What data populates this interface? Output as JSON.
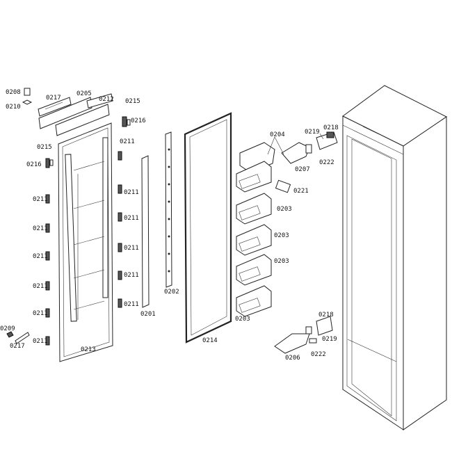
{
  "diagram": {
    "labels": {
      "p0208": "0208",
      "p0210": "0210",
      "p0217_top": "0217",
      "p0205": "0205",
      "p0212": "0212",
      "p0215_top": "0215",
      "p0216_top": "0216",
      "p0215_left": "0215",
      "p0216_left": "0216",
      "p0211_c1": "0211",
      "p0211_l1": "0211",
      "p0211_c2": "0211",
      "p0211_c3": "0211",
      "p0211_l2": "0211",
      "p0211_c4": "0211",
      "p0211_l3": "0211",
      "p0211_c5": "0211",
      "p0211_l4": "0211",
      "p0211_c6": "0211",
      "p0211_l5": "0211",
      "p0211_l6": "0211",
      "p0209": "0209",
      "p0217_bot": "0217",
      "p0213": "0213",
      "p0201": "0201",
      "p0202": "0202",
      "p0214": "0214",
      "p0204": "0204",
      "p0221": "0221",
      "p0203_a": "0203",
      "p0203_b": "0203",
      "p0203_c": "0203",
      "p0203_d": "0203",
      "p0219_top": "0219",
      "p0218_top": "0218",
      "p0207": "0207",
      "p0222_top": "0222",
      "p0218_bot": "0218",
      "p0219_bot": "0219",
      "p0206": "0206",
      "p0222_bot": "0222"
    }
  }
}
